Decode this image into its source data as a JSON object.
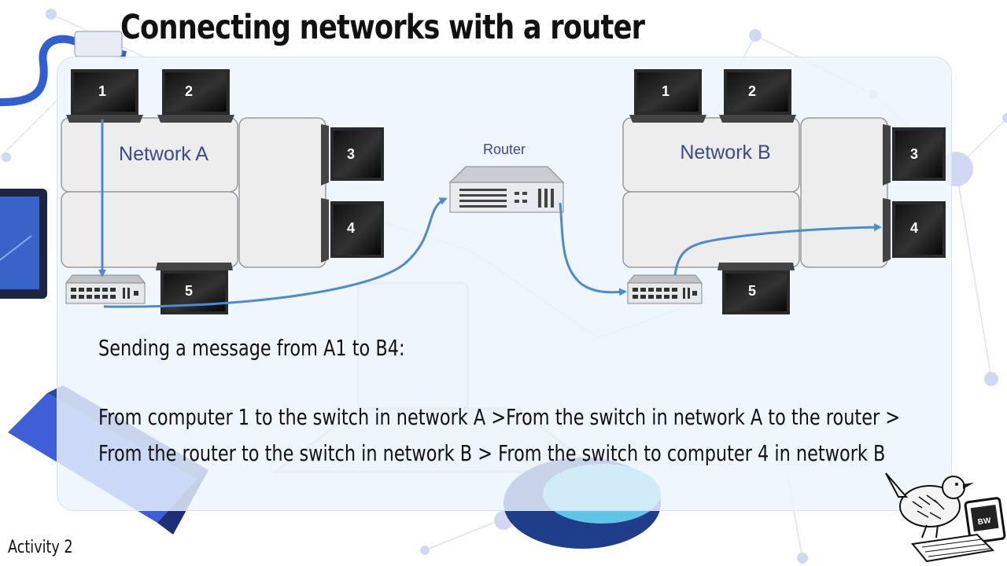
{
  "slide": {
    "title": "Connecting networks with a router",
    "activity_label": "Activity 2"
  },
  "diagram": {
    "network_a_label": "Network A",
    "network_b_label": "Network B",
    "router_label": "Router",
    "computer_numbers": [
      "1",
      "2",
      "3",
      "4",
      "5"
    ]
  },
  "message": {
    "heading": "Sending a message from A1 to B4:",
    "steps": "From computer 1 to the switch in network A >From the switch in network A to the router > From the router to the switch in network B > From the switch to computer 4 in network B"
  },
  "logo": {
    "badge_text": "BW"
  },
  "colors": {
    "arrow": "#4a8ccf",
    "label_blue": "#3b4a8f",
    "panel_bg": "#ecf4fc"
  }
}
